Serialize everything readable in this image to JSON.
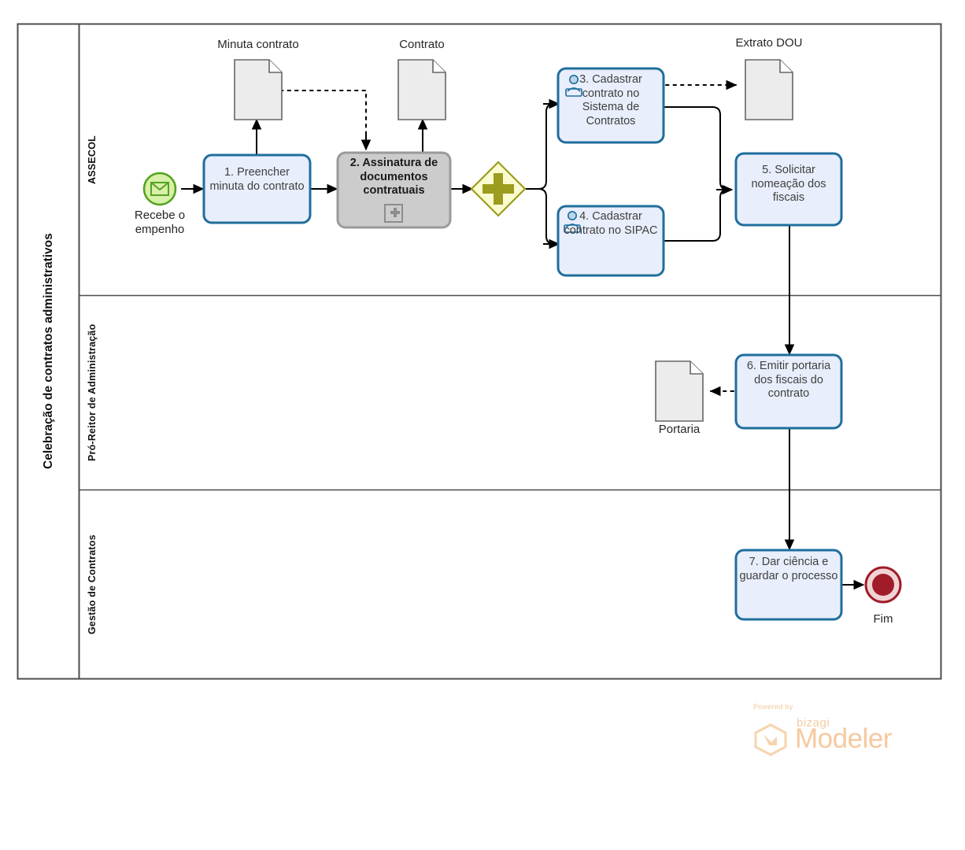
{
  "diagram": {
    "type": "bpmn-process-diagram",
    "pool_title": "Celebração de contratos administrativos",
    "lanes": [
      {
        "id": "lane-assecol",
        "label": "ASSECOL"
      },
      {
        "id": "lane-proreitor",
        "label": "Pró-Reitor de Administração"
      },
      {
        "id": "lane-gestao",
        "label": "Gestão de Contratos"
      }
    ],
    "events": [
      {
        "id": "start-event",
        "label": "Recebe o empenho",
        "kind": "message-start-event",
        "color": "#97d14a"
      },
      {
        "id": "end-event",
        "label": "Fim",
        "kind": "end-event",
        "color": "#a01c28"
      }
    ],
    "gateway": {
      "id": "parallel-gateway",
      "kind": "parallel-gateway",
      "marker": "+",
      "fill": "#fbfbd0",
      "stroke": "#9c9c1f"
    },
    "tasks": [
      {
        "id": "task-1",
        "label": "1. Preencher minuta do contrato",
        "lane": "lane-assecol",
        "style": "task",
        "icon": ""
      },
      {
        "id": "task-2",
        "label": "2. Assinatura de documentos contratuais",
        "lane": "lane-assecol",
        "style": "subprocess",
        "marker": "+"
      },
      {
        "id": "task-3",
        "label": "3. Cadastrar contrato no Sistema de Contratos",
        "lane": "lane-assecol",
        "style": "task",
        "icon": "user-task-icon"
      },
      {
        "id": "task-4",
        "label": "4. Cadastrar contrato no SIPAC",
        "lane": "lane-assecol",
        "style": "task",
        "icon": "user-task-icon"
      },
      {
        "id": "task-5",
        "label": "5. Solicitar nomeação dos fiscais",
        "lane": "lane-assecol",
        "style": "task",
        "icon": ""
      },
      {
        "id": "task-6",
        "label": "6. Emitir portaria dos fiscais do contrato",
        "lane": "lane-proreitor",
        "style": "task",
        "icon": ""
      },
      {
        "id": "task-7",
        "label": "7. Dar ciência e guardar o processo",
        "lane": "lane-gestao",
        "style": "task",
        "icon": ""
      }
    ],
    "data_objects": [
      {
        "id": "doc-minuta",
        "label": "Minuta contrato"
      },
      {
        "id": "doc-contrato",
        "label": "Contrato"
      },
      {
        "id": "doc-extrato",
        "label": "Extrato DOU"
      },
      {
        "id": "doc-portaria",
        "label": "Portaria"
      }
    ],
    "colors": {
      "task_fill": "#e8eefb",
      "task_stroke": "#1f6e9c",
      "subprocess_fill": "#cccccc",
      "subprocess_stroke": "#9a9a9a",
      "document_fill": "#ececec",
      "document_stroke": "#666666",
      "pool_stroke": "#4d4d4d",
      "flow_stroke": "#000000"
    }
  },
  "branding": {
    "powered_by": "Powered by",
    "bizagi": "bizagi",
    "modeler": "Modeler"
  }
}
